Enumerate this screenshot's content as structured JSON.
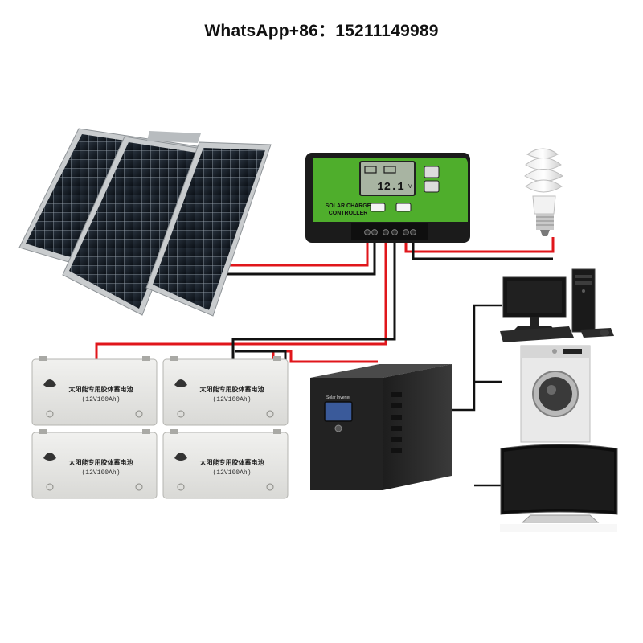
{
  "header": {
    "contact": "WhatsApp+86：15211149989"
  },
  "controller": {
    "label_line1": "SOLAR CHARGE",
    "label_line2": "CONTROLLER",
    "lcd_reading": "12.1",
    "lcd_unit": "V",
    "body_color": "#4fae2c"
  },
  "batteries": [
    {
      "title": "太阳能专用胶体蓄电池",
      "rating": "(12V100Ah)"
    },
    {
      "title": "太阳能专用胶体蓄电池",
      "rating": "(12V100Ah)"
    },
    {
      "title": "太阳能专用胶体蓄电池",
      "rating": "(12V100Ah)"
    },
    {
      "title": "太阳能专用胶体蓄电池",
      "rating": "(12V100Ah)"
    }
  ],
  "inverter": {
    "label": "Solar Inverter"
  },
  "wires": {
    "positive_color": "#e0161b",
    "negative_color": "#111111"
  },
  "icons": [
    "solar-panel-icon",
    "charge-controller-icon",
    "cfl-bulb-icon",
    "battery-icon",
    "inverter-icon",
    "desktop-computer-icon",
    "washing-machine-icon",
    "television-icon"
  ]
}
